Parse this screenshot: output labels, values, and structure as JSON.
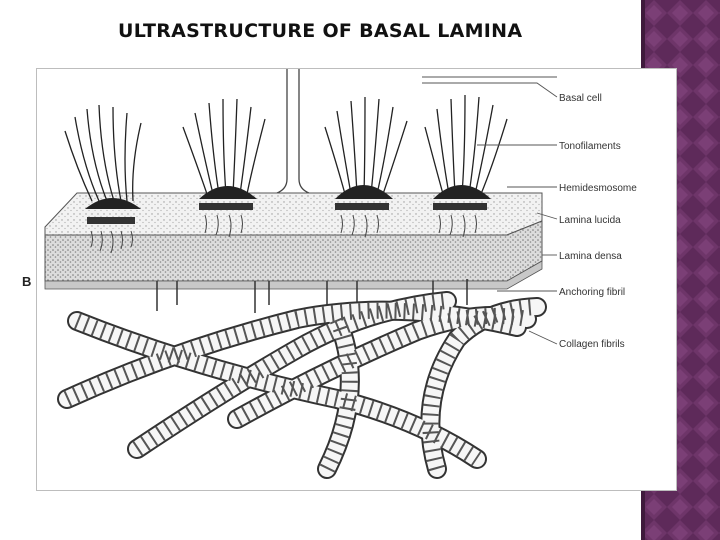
{
  "slide": {
    "title": "ULTRASTRUCTURE OF BASAL LAMINA",
    "panel_letter": "B",
    "accent_color": "#5e2a5a",
    "accent_color_light": "#8a4a86"
  },
  "diagram": {
    "labels": [
      "Basal cell",
      "Tonofilaments",
      "Hemidesmosome",
      "Lamina lucida",
      "Lamina densa",
      "Anchoring fibril",
      "Collagen fibrils"
    ]
  }
}
